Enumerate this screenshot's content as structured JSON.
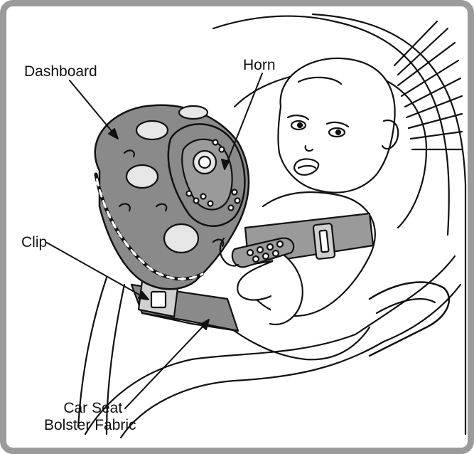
{
  "labels": {
    "dashboard": "Dashboard",
    "horn": "Horn",
    "clip": "Clip",
    "car_seat_line1": "Car Seat",
    "car_seat_line2": "Bolster Fabric"
  },
  "colors": {
    "frame": "#9b9b9b",
    "dashboard_fill": "#8a8a8a",
    "button_fill": "#e6e6e6",
    "outline": "#111111"
  }
}
